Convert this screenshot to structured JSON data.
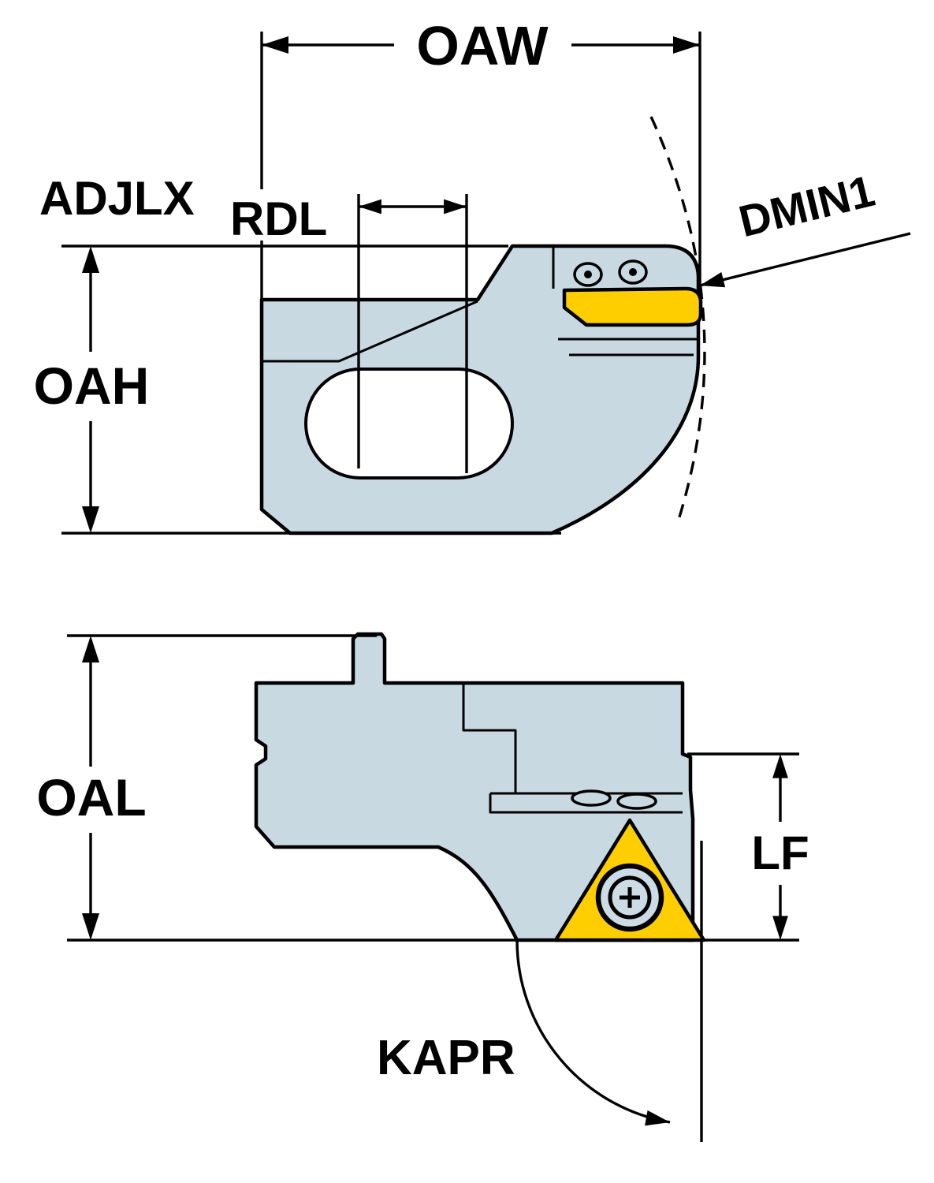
{
  "drawing": {
    "title": "tool-dimension-drawing",
    "labels": {
      "oaw": "OAW",
      "adjlx": "ADJLX",
      "rdl": "RDL",
      "dmin1": "DMIN1",
      "oah": "OAH",
      "oal": "OAL",
      "lf": "LF",
      "kapr": "KAPR"
    },
    "colors": {
      "body": "#c9d9e2",
      "insert": "#ffce00",
      "line": "#000000",
      "background": "#ffffff"
    }
  }
}
